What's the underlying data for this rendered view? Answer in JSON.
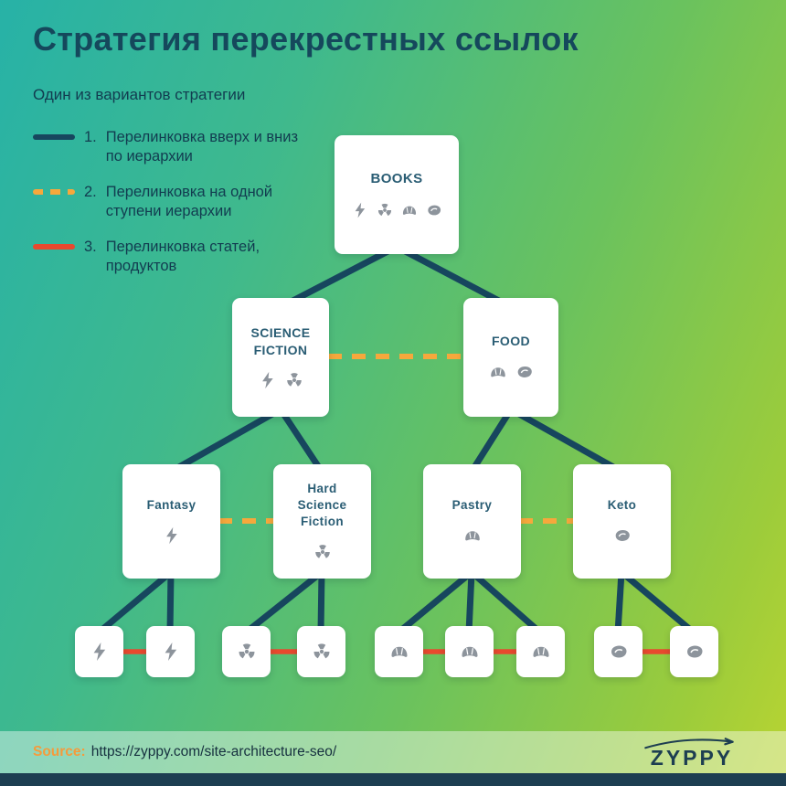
{
  "page": {
    "title": "Стратегия перекрестных ссылок",
    "subtitle": "Один из вариантов стратегии"
  },
  "legend": {
    "items": [
      {
        "num": "1.",
        "label": "Перелинковка вверх и вниз по иерархии",
        "line_style": "solid-dark"
      },
      {
        "num": "2.",
        "label": "Перелинковка на одной ступени иерархии",
        "line_style": "dashed-orange"
      },
      {
        "num": "3.",
        "label": "Перелинковка статей, продуктов",
        "line_style": "solid-red"
      }
    ]
  },
  "tree": {
    "books": {
      "label": "BOOKS",
      "icons": [
        "lightning",
        "radiation",
        "croissant",
        "steak"
      ]
    },
    "science_fiction": {
      "label": "SCIENCE FICTION",
      "icons": [
        "lightning",
        "radiation"
      ]
    },
    "food": {
      "label": "FOOD",
      "icons": [
        "croissant",
        "steak"
      ]
    },
    "fantasy": {
      "label": "Fantasy",
      "icons": [
        "lightning"
      ]
    },
    "hard_science_fiction": {
      "label": "Hard Science Fiction",
      "icons": [
        "radiation"
      ]
    },
    "pastry": {
      "label": "Pastry",
      "icons": [
        "croissant"
      ]
    },
    "keto": {
      "label": "Keto",
      "icons": [
        "steak"
      ]
    },
    "articles": [
      {
        "icon": "lightning"
      },
      {
        "icon": "lightning"
      },
      {
        "icon": "radiation"
      },
      {
        "icon": "radiation"
      },
      {
        "icon": "croissant"
      },
      {
        "icon": "croissant"
      },
      {
        "icon": "croissant"
      },
      {
        "icon": "steak"
      },
      {
        "icon": "steak"
      }
    ]
  },
  "colors": {
    "hierarchy_line": "#17465e",
    "sibling_line": "#f6a83c",
    "article_line": "#e8492e",
    "accent_orange": "#f59b3c",
    "title_text": "#15485c",
    "node_text": "#2a5d74"
  },
  "footer": {
    "source_label": "Source:",
    "source_url": "https://zyppy.com/site-architecture-seo/",
    "brand": "ZYPPY"
  }
}
